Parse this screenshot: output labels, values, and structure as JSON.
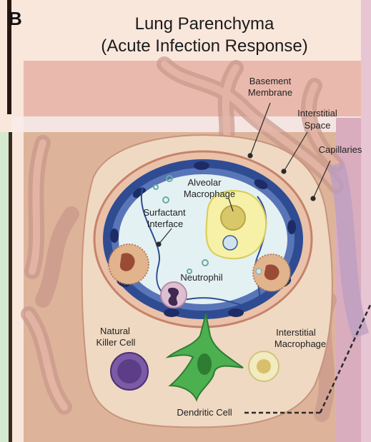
{
  "panel_letter": "B",
  "title": {
    "line1": "Lung Parenchyma",
    "line2": "(Acute Infection Response)"
  },
  "labels": {
    "basement_membrane": [
      "Basement",
      "Membrane"
    ],
    "interstitial_space": [
      "Interstitial",
      "Space"
    ],
    "capillaries": "Capillaries",
    "alveolar_macrophage": [
      "Alveolar",
      "Macrophage"
    ],
    "surfactant_interface": [
      "Surfactant",
      "Interface"
    ],
    "neutrophil": "Neutrophil",
    "natural_killer_cell": [
      "Natural",
      "Killer Cell"
    ],
    "interstitial_macrophage": [
      "Interstitial",
      "Macrophage"
    ],
    "dendritic_cell": "Dendritic Cell"
  },
  "colors": {
    "header_tint": "#f6ddd2",
    "parenchyma": "#e7c6a6",
    "capillary": "#d9a98f",
    "epithelium": "#2e4b94",
    "alveolar_lumen": "#e4f1f3",
    "dendritic": "#4caf50",
    "nk_cell": "#5b3e87"
  }
}
